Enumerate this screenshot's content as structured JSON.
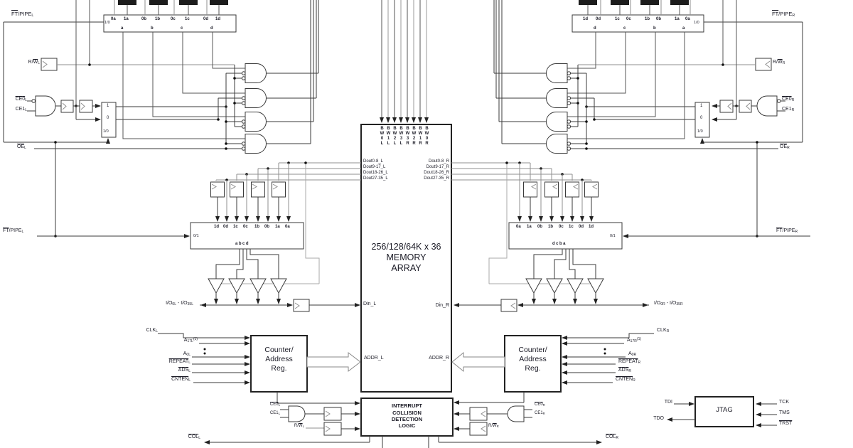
{
  "colors": {
    "wire": "#3a3a3a",
    "gray": "#8f8f8f",
    "text": "#1b1b26",
    "bar": "#1c1c1c",
    "background": "#ffffff"
  },
  "signals": {
    "ftpipe_l": [
      {
        "t": "FT",
        "over": true
      },
      {
        "t": "/PIPE"
      },
      {
        "t": "L",
        "sub": true
      }
    ],
    "ftpipe_r": [
      {
        "t": "FT",
        "over": true
      },
      {
        "t": "/PIPE"
      },
      {
        "t": "R",
        "sub": true
      }
    ],
    "rw_l": [
      {
        "t": "R/"
      },
      {
        "t": "W",
        "over": true
      },
      {
        "t": "L",
        "sub": true
      }
    ],
    "rw_r": [
      {
        "t": "R/"
      },
      {
        "t": "W",
        "over": true
      },
      {
        "t": "R",
        "sub": true
      }
    ],
    "ce0_l": [
      {
        "t": "CE0",
        "over": true
      },
      {
        "t": "L",
        "sub": true
      }
    ],
    "ce1_l": [
      {
        "t": "CE1"
      },
      {
        "t": "L",
        "sub": true
      }
    ],
    "ce0_r": [
      {
        "t": "CE0",
        "over": true
      },
      {
        "t": "R",
        "sub": true
      }
    ],
    "ce1_r": [
      {
        "t": "CE1"
      },
      {
        "t": "R",
        "sub": true
      }
    ],
    "oe_l": [
      {
        "t": "OE",
        "over": true
      },
      {
        "t": "L",
        "sub": true
      }
    ],
    "oe_r": [
      {
        "t": "OE",
        "over": true
      },
      {
        "t": "R",
        "sub": true
      }
    ],
    "io_l": [
      {
        "t": "I/O"
      },
      {
        "t": "0L",
        "sub": true
      },
      {
        "t": " - I/O"
      },
      {
        "t": "35L",
        "sub": true
      }
    ],
    "io_r": [
      {
        "t": "I/O"
      },
      {
        "t": "0R",
        "sub": true
      },
      {
        "t": " - I/O"
      },
      {
        "t": "35R",
        "sub": true
      }
    ],
    "clk_l": [
      {
        "t": "CLK"
      },
      {
        "t": "L",
        "sub": true
      }
    ],
    "clk_r": [
      {
        "t": "CLK"
      },
      {
        "t": "R",
        "sub": true
      }
    ],
    "a17_l": [
      {
        "t": "A"
      },
      {
        "t": "17L",
        "sub": true
      },
      {
        "t": "(1)",
        "sup": true
      }
    ],
    "a17_r": [
      {
        "t": "A"
      },
      {
        "t": "17R",
        "sub": true
      },
      {
        "t": "(1)",
        "sup": true
      }
    ],
    "a0_l": [
      {
        "t": "A"
      },
      {
        "t": "0L",
        "sub": true
      }
    ],
    "a0_r": [
      {
        "t": "A"
      },
      {
        "t": "0R",
        "sub": true
      }
    ],
    "repeat_l": [
      {
        "t": "REPEAT",
        "over": true
      },
      {
        "t": "L",
        "sub": true
      }
    ],
    "repeat_r": [
      {
        "t": "REPEAT",
        "over": true
      },
      {
        "t": "R",
        "sub": true
      }
    ],
    "ads_l": [
      {
        "t": "ADS",
        "over": true
      },
      {
        "t": "L",
        "sub": true
      }
    ],
    "ads_r": [
      {
        "t": "ADS",
        "over": true
      },
      {
        "t": "R",
        "sub": true
      }
    ],
    "cnten_l": [
      {
        "t": "CNTEN",
        "over": true
      },
      {
        "t": "L",
        "sub": true
      }
    ],
    "cnten_r": [
      {
        "t": "CNTEN",
        "over": true
      },
      {
        "t": "R",
        "sub": true
      }
    ],
    "col_l": [
      {
        "t": "COL",
        "over": true
      },
      {
        "t": "L",
        "sub": true
      }
    ],
    "col_r": [
      {
        "t": "COL",
        "over": true
      },
      {
        "t": "R",
        "sub": true
      }
    ],
    "tdi": [
      {
        "t": "TDI"
      }
    ],
    "tdo": [
      {
        "t": "TDO"
      }
    ],
    "tck": [
      {
        "t": "TCK"
      }
    ],
    "tms": [
      {
        "t": "TMS"
      }
    ],
    "trst": [
      {
        "t": "TRST",
        "over": true
      }
    ]
  },
  "muxA": {
    "sel": "1/0",
    "cols": [
      "0a",
      "1a",
      "0b",
      "1b",
      "0c",
      "1c",
      "0d",
      "1d"
    ],
    "outs": [
      "a",
      "b",
      "c",
      "d"
    ]
  },
  "muxB": {
    "sel": "1/0",
    "cols": [
      "1d",
      "0d",
      "1c",
      "0c",
      "1b",
      "0b",
      "1a",
      "0a"
    ],
    "outs": [
      "d",
      "c",
      "b",
      "a"
    ]
  },
  "ceMux": {
    "in1": "1",
    "in0": "0",
    "sel": "1/0"
  },
  "outMuxL": {
    "sel": "0/1",
    "cols": [
      "1d",
      "0d",
      "1c",
      "0c",
      "1b",
      "0b",
      "1a",
      "0a"
    ],
    "order": "abcd"
  },
  "outMuxR": {
    "sel": "0/1",
    "cols": [
      "0a",
      "1a",
      "0b",
      "1b",
      "0c",
      "1c",
      "0d",
      "1d"
    ],
    "order": "dcba"
  },
  "memory": {
    "bw": [
      "B\nW\n0\nL",
      "B\nW\n1\nL",
      "B\nW\n2\nL",
      "B\nW\n3\nL",
      "B\nW\n3\nR",
      "B\nW\n2\nR",
      "B\nW\n1\nR",
      "B\nW\n0\nR"
    ],
    "dout_l": [
      "Dout0-8_L",
      "Dout9-17_L",
      "Dout18-26_L",
      "Dout27-35_L"
    ],
    "dout_r": [
      "Dout0-8_R",
      "Dout9-17_R",
      "Dout18-26_R",
      "Dout27-35_R"
    ],
    "title": [
      "256/128/64K x 36",
      "MEMORY",
      "ARRAY"
    ],
    "din_l": "Din_L",
    "din_r": "Din_R",
    "addr_l": "ADDR_L",
    "addr_r": "ADDR_R"
  },
  "counter": {
    "lines": [
      "Counter/",
      "Address",
      "Reg."
    ]
  },
  "interrupt": {
    "lines": [
      "INTERRUPT",
      "COLLISION",
      "DETECTION",
      "LOGIC"
    ]
  },
  "jtag": {
    "title": "JTAG"
  }
}
